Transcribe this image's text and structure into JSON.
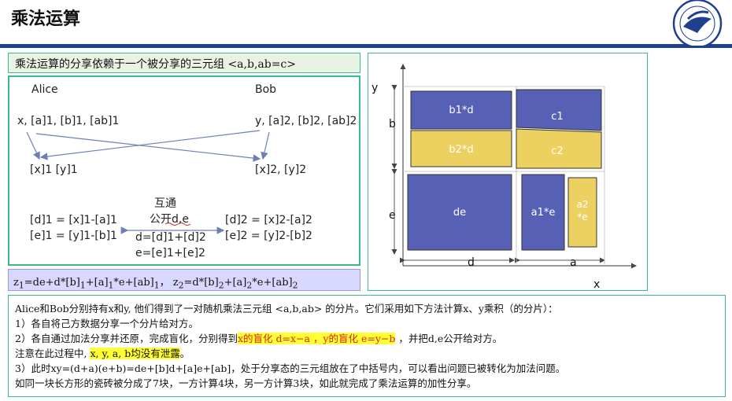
{
  "header": {
    "title": "乘法运算",
    "emblem": "university-seal"
  },
  "premise": "乘法运算的分享依赖于一个被分享的三元组 <a,b,ab=c>",
  "protocol": {
    "alice": "Alice",
    "bob": "Bob",
    "alice_shares": "x,  [a]1, [b]1, [ab]1",
    "bob_shares": "y, [a]2, [b]2, [ab]2",
    "bob_gets": "[x]1 [y]1",
    "alice_gets": "[x]2, [y]2",
    "alice_d": "[d]1 = [x]1-[a]1",
    "alice_e": "[e]1 = [y]1-[b]1",
    "bob_d": "[d]2 = [x]2-[a]2",
    "bob_e": "[e]2 = [y]2-[b]2",
    "exchange_line1": "互通",
    "exchange_line2": "公开d,e",
    "d_sum": "d=[d]1+[d]2",
    "e_sum": "e=[e]1+[e]2"
  },
  "formula": {
    "z1_lhs": "z",
    "z1_sub": "1",
    "z1_eq": "=de+d*[b]",
    "z1_b_sub": "1",
    "z1_plus": "+[a]",
    "z1_a_sub": "1",
    "z1_e": "*e+[ab]",
    "z1_ab_sub": "1",
    "sep": "，  ",
    "z2_lhs": "z",
    "z2_sub": "2",
    "z2_eq": "=d*[b]",
    "z2_b_sub": "2",
    "z2_plus": "+[a]",
    "z2_a_sub": "2",
    "z2_e": "*e+[ab]",
    "z2_ab_sub": "2"
  },
  "diagram": {
    "axis_y": "y",
    "axis_x": "x",
    "dim_b": "b",
    "dim_e": "e",
    "dim_d": "d",
    "dim_a": "a",
    "tiles": {
      "b1d": "b1*d",
      "c1": "c1",
      "b2d": "b2*d",
      "c2": "c2",
      "de": "de",
      "a1e": "a1*e",
      "a2e_line1": "a2",
      "a2e_line2": "*e"
    },
    "colors": {
      "blue": "#5661b6",
      "yellow": "#ecd060"
    }
  },
  "explanation": {
    "line1": "Alice和Bob分别持有x和y, 他们得到了一对随机乘法三元组 <a,b,ab> 的分片。它们采用如下方法计算x、y乘积（的分片）：",
    "line2": "1）各自将己方数据分享一个分片给对方。",
    "line3_pre": "2）各自通过加法分享并还原，完成盲化，分别得到",
    "line3_hl": "x的盲化 d=x−a ，y的盲化 e=y−b",
    "line3_post": " ，并把d,e公开给对方。",
    "line4_pre": "注意在此过程中, ",
    "line4_hl": "x, y, a, b均没有泄露",
    "line4_post": "。",
    "line5": "3）此时xy=(d+a)(e+b)=de+[b]d+[a]e+[ab]，处于分享态的三元组放在了中括号内，可以看出问题已被转化为加法问题。",
    "line6": "如同一块长方形的瓷砖被分成了7块，一方计算4块，另一方计算3块，如此就完成了乘法运算的加性分享。"
  }
}
